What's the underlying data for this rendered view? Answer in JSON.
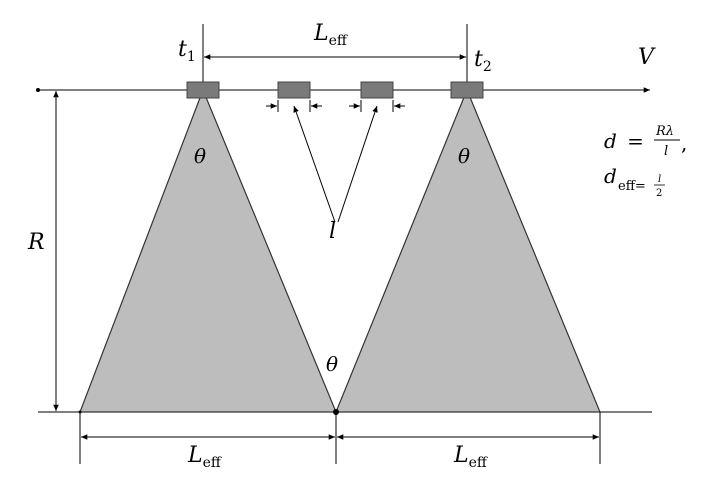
{
  "colors": {
    "ink": "#000000",
    "cone_fill": "#bdbdbd",
    "antenna_fill": "#7a7a7a",
    "background": "#ffffff"
  },
  "labels": {
    "t1_base": "t",
    "t1_sub": "1",
    "t2_base": "t",
    "t2_sub": "2",
    "leff_top_base": "L",
    "leff_top_sub": "eff",
    "velocity": "V",
    "range": "R",
    "theta_left": "θ",
    "theta_right": "θ",
    "theta_ground": "θ",
    "element_length": "l",
    "leff_bottom_left_base": "L",
    "leff_bottom_left_sub": "eff",
    "leff_bottom_right_base": "L",
    "leff_bottom_right_sub": "eff"
  },
  "formula": {
    "d_lhs": "d =",
    "d_num": "Rλ",
    "d_den": "l",
    "d_trail": ",",
    "deff_base": "d",
    "deff_sub": "eff=",
    "deff_num": "l",
    "deff_den": "2"
  },
  "icons": {
    "arrow": "arrowhead",
    "antenna": "antenna-element-rect"
  }
}
